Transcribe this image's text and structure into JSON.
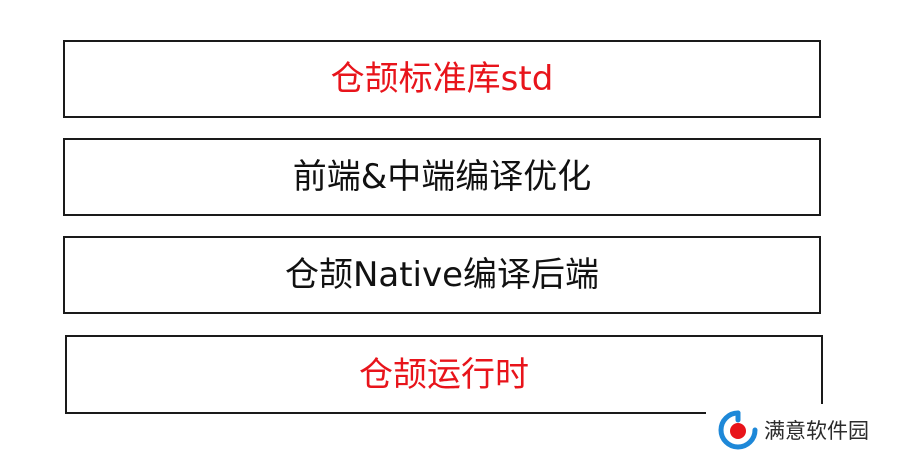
{
  "diagram": {
    "layers": [
      {
        "label": "仓颉标准库std",
        "color": "#e8141b"
      },
      {
        "label": "前端&中端编译优化",
        "color": "#111111"
      },
      {
        "label": "仓颉Native编译后端",
        "color": "#111111"
      },
      {
        "label": "仓颉运行时",
        "color": "#e8141b"
      }
    ]
  },
  "watermark": {
    "text": "满意软件园",
    "logo_icon": "circular-logo-icon",
    "logo_colors": {
      "ring": "#1e88d8",
      "dot": "#e8141b"
    }
  }
}
